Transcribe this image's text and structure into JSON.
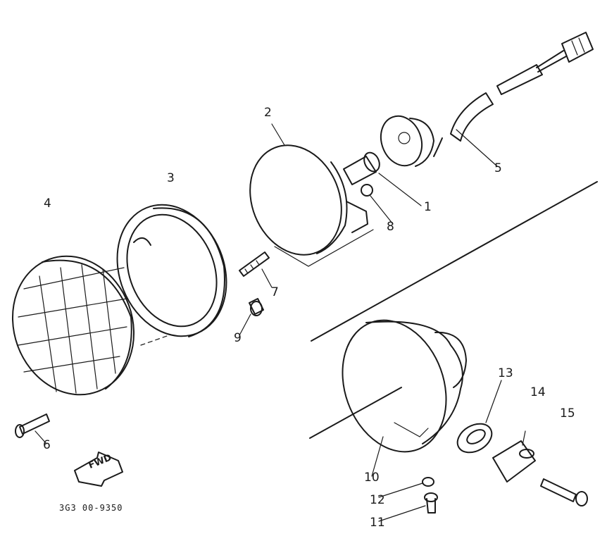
{
  "diagram": {
    "callouts": [
      {
        "id": "1",
        "text": "1"
      },
      {
        "id": "2",
        "text": "2"
      },
      {
        "id": "3",
        "text": "3"
      },
      {
        "id": "4",
        "text": "4"
      },
      {
        "id": "5",
        "text": "5"
      },
      {
        "id": "6",
        "text": "6"
      },
      {
        "id": "7",
        "text": "7"
      },
      {
        "id": "8",
        "text": "8"
      },
      {
        "id": "9",
        "text": "9"
      },
      {
        "id": "10",
        "text": "10"
      },
      {
        "id": "11",
        "text": "11"
      },
      {
        "id": "12",
        "text": "12"
      },
      {
        "id": "13",
        "text": "13"
      },
      {
        "id": "14",
        "text": "14"
      },
      {
        "id": "15",
        "text": "15"
      }
    ],
    "direction_arrow": "FWD",
    "part_code": "3G3 00-9350"
  }
}
